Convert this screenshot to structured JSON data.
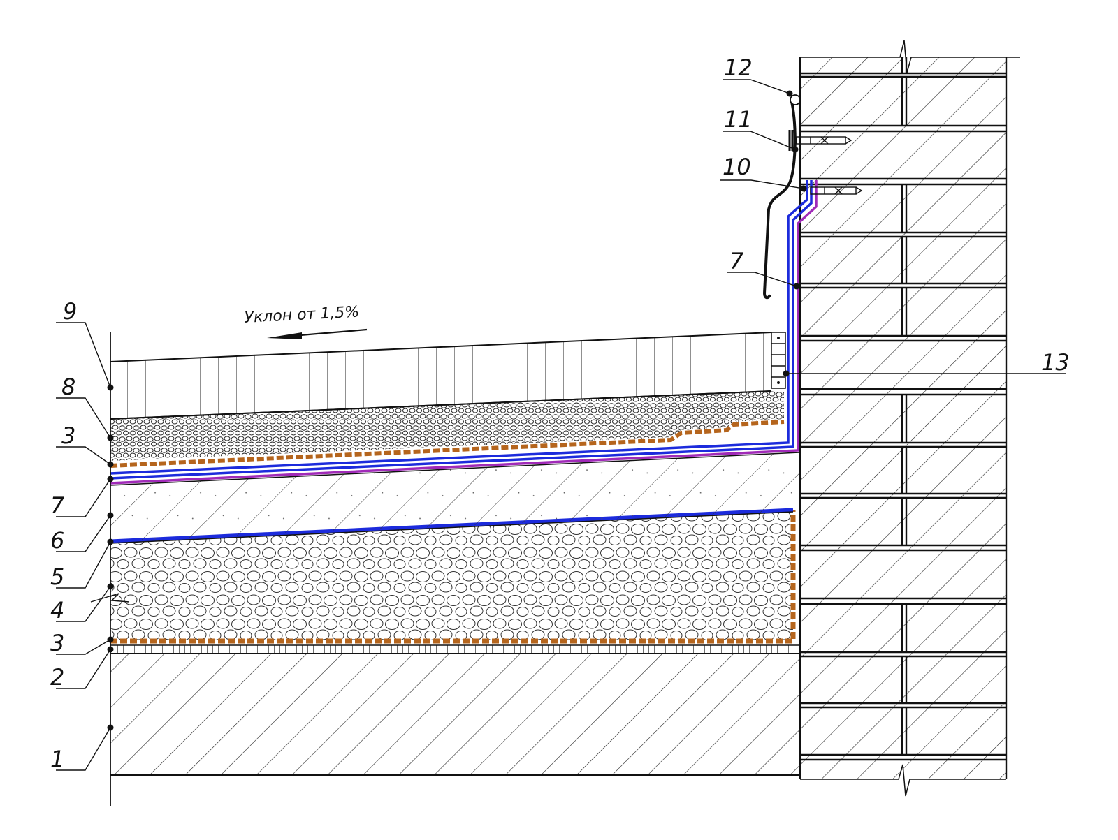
{
  "slope_text": "Уклон от 1,5%",
  "colors": {
    "line": "#111111",
    "membrane_blue": "#1c2bdc",
    "membrane_purple": "#a02ab8",
    "geotextile": "#b5651d",
    "background": "#ffffff"
  },
  "callouts": [
    {
      "id": "1",
      "text": "1"
    },
    {
      "id": "2",
      "text": "2"
    },
    {
      "id": "3a",
      "text": "3"
    },
    {
      "id": "4",
      "text": "4"
    },
    {
      "id": "5",
      "text": "5"
    },
    {
      "id": "6",
      "text": "6"
    },
    {
      "id": "7a",
      "text": "7"
    },
    {
      "id": "3b",
      "text": "3"
    },
    {
      "id": "8",
      "text": "8"
    },
    {
      "id": "9",
      "text": "9"
    },
    {
      "id": "7b",
      "text": "7"
    },
    {
      "id": "10",
      "text": "10"
    },
    {
      "id": "11",
      "text": "11"
    },
    {
      "id": "12",
      "text": "12"
    },
    {
      "id": "13",
      "text": "13"
    }
  ]
}
